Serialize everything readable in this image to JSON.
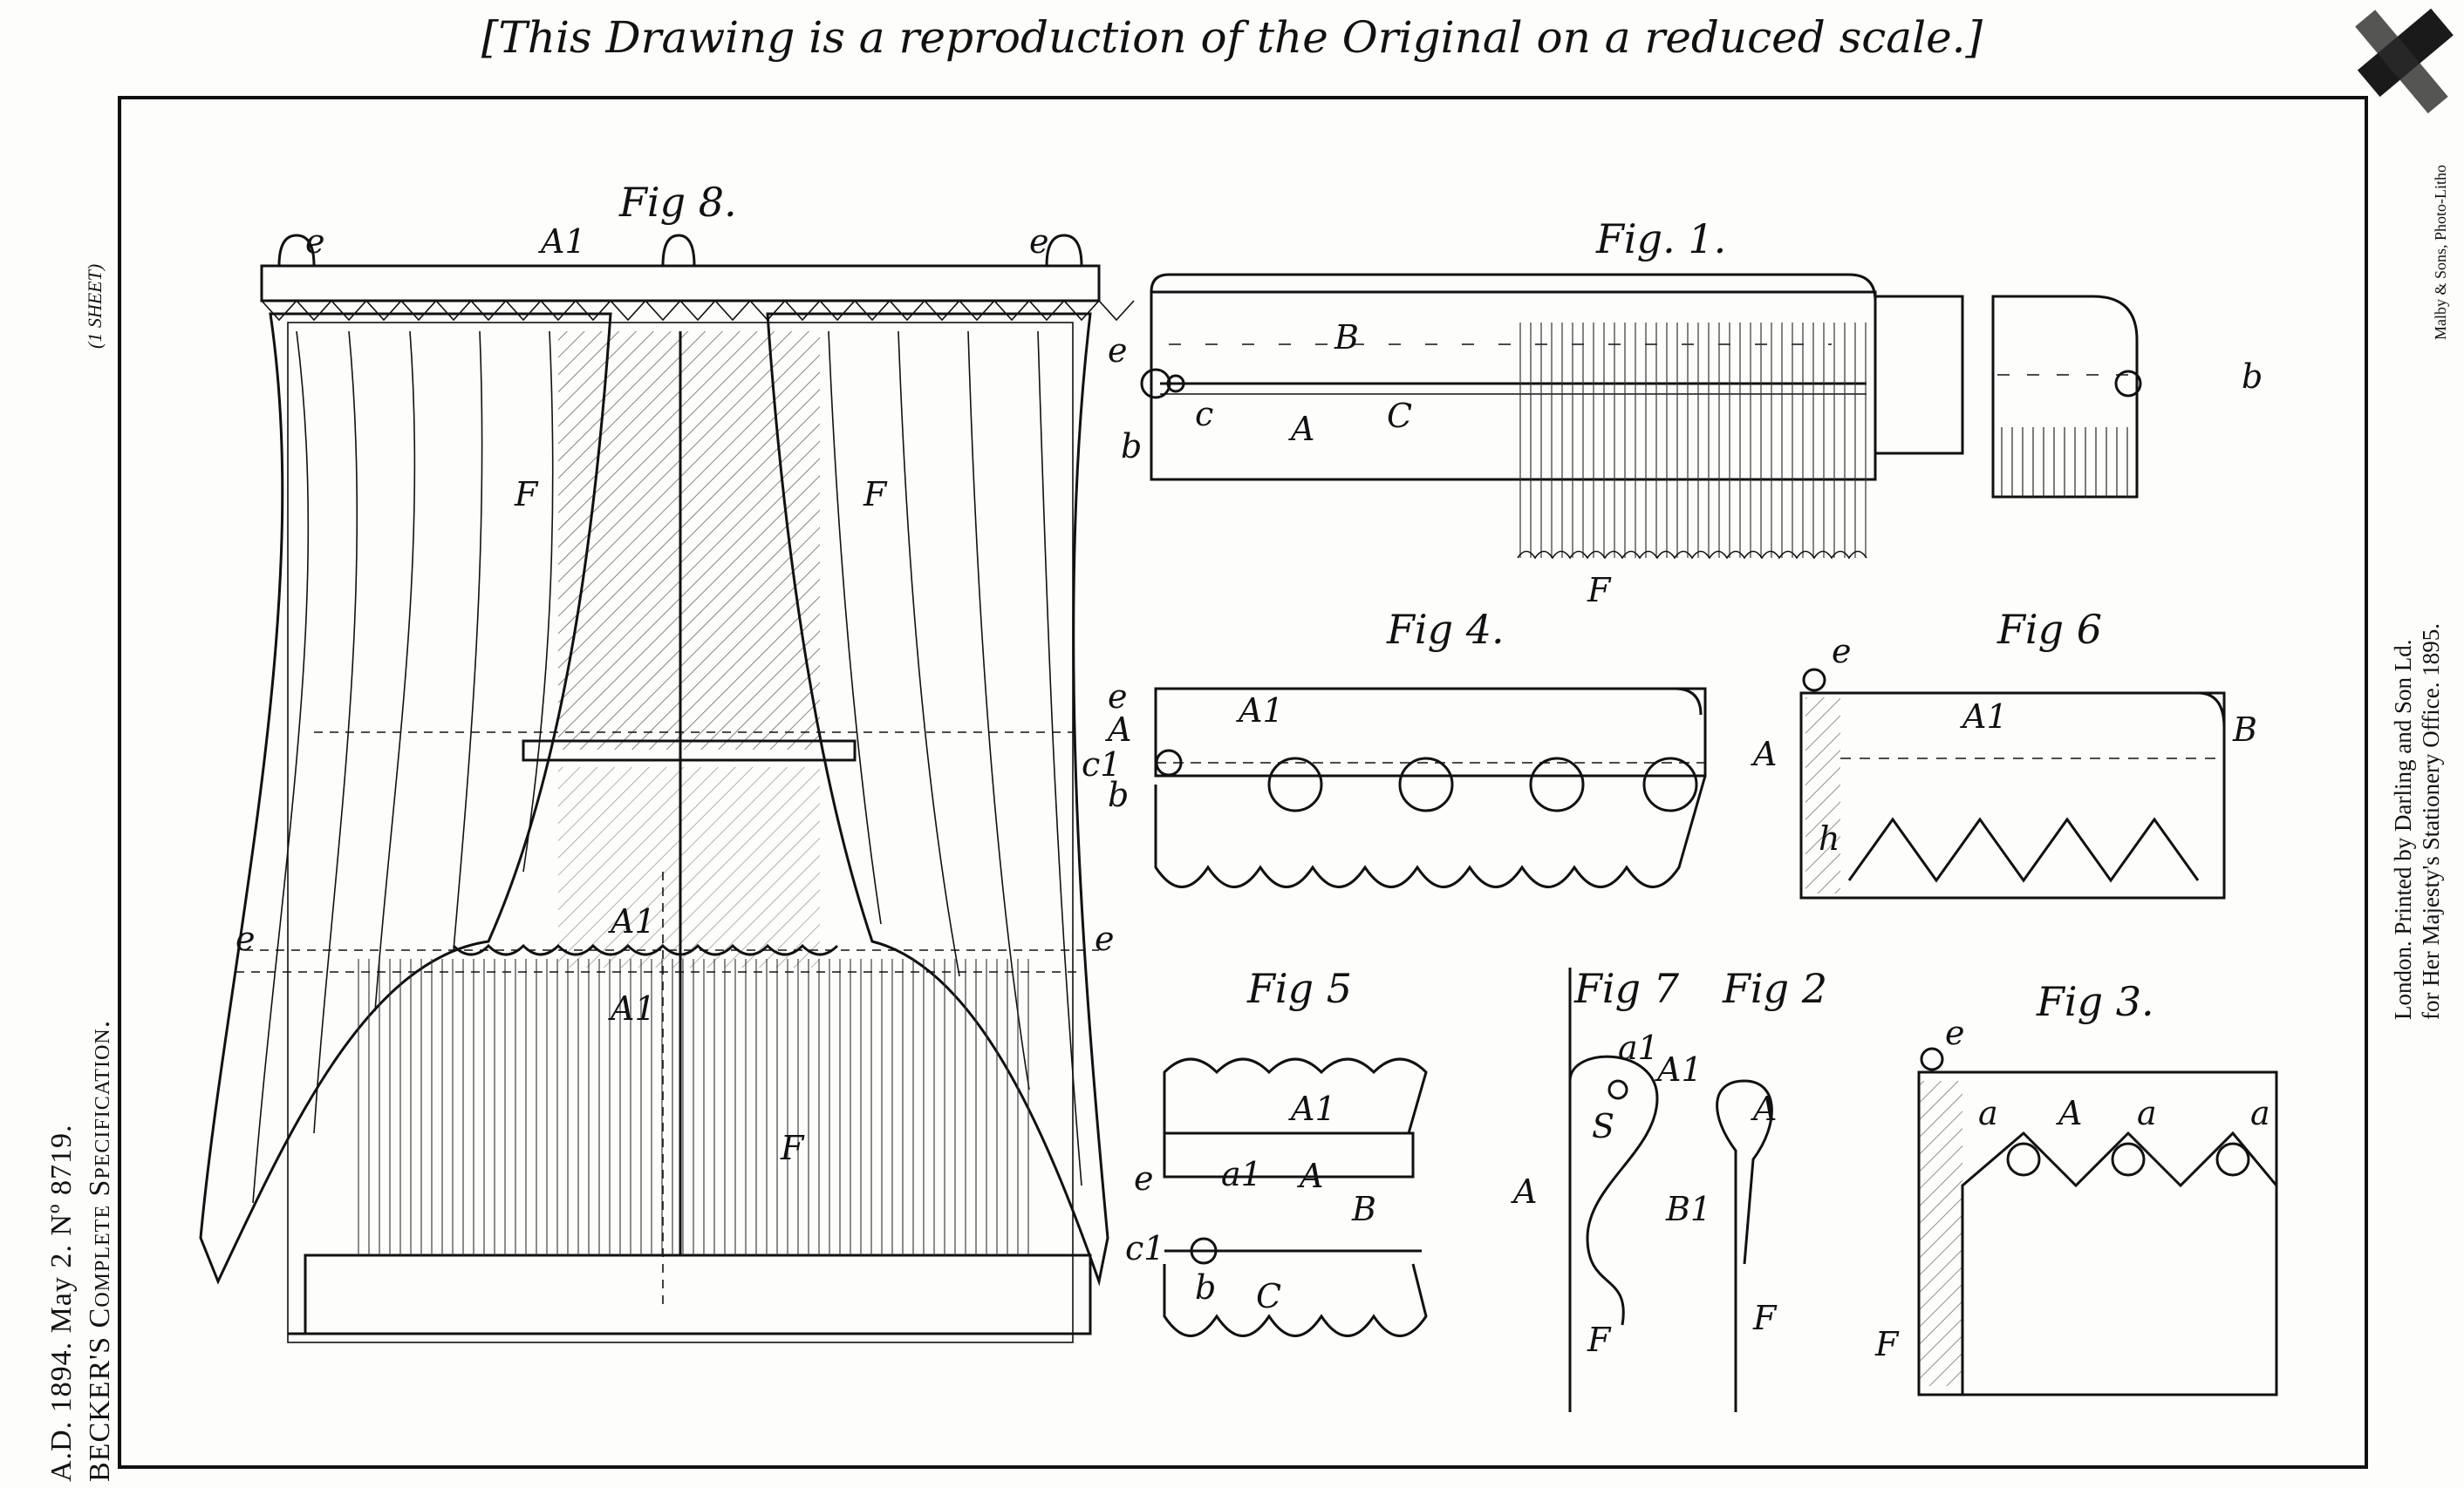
{
  "header": {
    "caption": "[This Drawing is a reproduction of the Original on a reduced scale.]"
  },
  "margins": {
    "left_line1": "A.D. 1894. May 2. Nº 8719.",
    "left_line2": "BECKER'S Complete Specification.",
    "sheet_tag": "(1 SHEET)",
    "right_printer": "London. Printed by Darling and Son Ld.",
    "right_office": "for Her Majesty's Stationery Office. 1895.",
    "right_photo": "Malby & Sons, Photo-Litho"
  },
  "figures": {
    "fig8": {
      "title": "Fig 8.",
      "labels": [
        "e",
        "A1",
        "e",
        "F",
        "F",
        "A1",
        "A1",
        "e",
        "e",
        "F"
      ]
    },
    "fig1": {
      "title": "Fig. 1.",
      "labels": [
        "e",
        "B",
        "c",
        "C",
        "A",
        "b",
        "F",
        "b"
      ]
    },
    "fig4": {
      "title": "Fig 4.",
      "labels": [
        "e",
        "A",
        "A1",
        "c1",
        "b"
      ]
    },
    "fig6": {
      "title": "Fig 6",
      "labels": [
        "e",
        "A1",
        "A",
        "B",
        "h"
      ]
    },
    "fig5": {
      "title": "Fig 5",
      "labels": [
        "A1",
        "e",
        "a1",
        "A",
        "B",
        "c1",
        "b",
        "C"
      ]
    },
    "fig7": {
      "title": "Fig 7",
      "labels": [
        "a1",
        "A1",
        "S",
        "A",
        "F"
      ]
    },
    "fig2": {
      "title": "Fig 2",
      "labels": [
        "A",
        "B1",
        "F"
      ]
    },
    "fig3": {
      "title": "Fig 3.",
      "labels": [
        "e",
        "a",
        "A",
        "a",
        "a",
        "F"
      ]
    }
  }
}
